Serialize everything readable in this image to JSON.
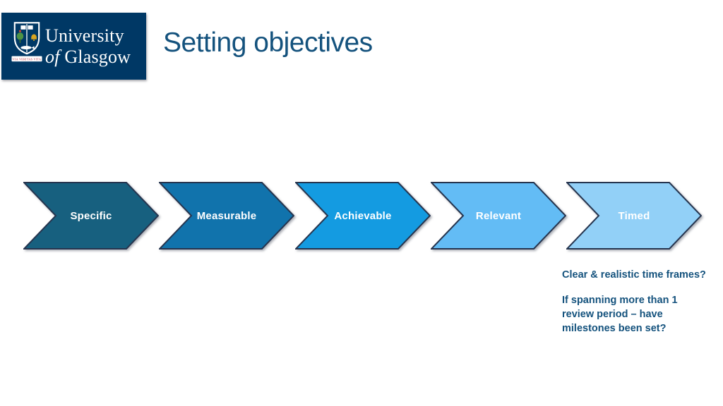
{
  "slide": {
    "title": "Setting objectives",
    "background_color": "#ffffff"
  },
  "logo": {
    "line1": "University",
    "line2_of": "of",
    "line2_rest": "Glasgow",
    "motto": "VIA VERITAS VITA",
    "bg_color": "#003865"
  },
  "chevrons": {
    "border_color": "#26354F",
    "label_color": "#ffffff",
    "items": [
      {
        "label": "Specific",
        "color": "#17607F"
      },
      {
        "label": "Measurable",
        "color": "#1173AC"
      },
      {
        "label": "Achievable",
        "color": "#149BE1"
      },
      {
        "label": "Relevant",
        "color": "#63BCF5"
      },
      {
        "label": "Timed",
        "color": "#92D0F7"
      }
    ]
  },
  "note": {
    "p1": "Clear & realistic time frames?",
    "p2_lines": [
      "If spanning more than 1",
      "review period – have",
      "milestones been set?"
    ],
    "color": "#14527D"
  }
}
